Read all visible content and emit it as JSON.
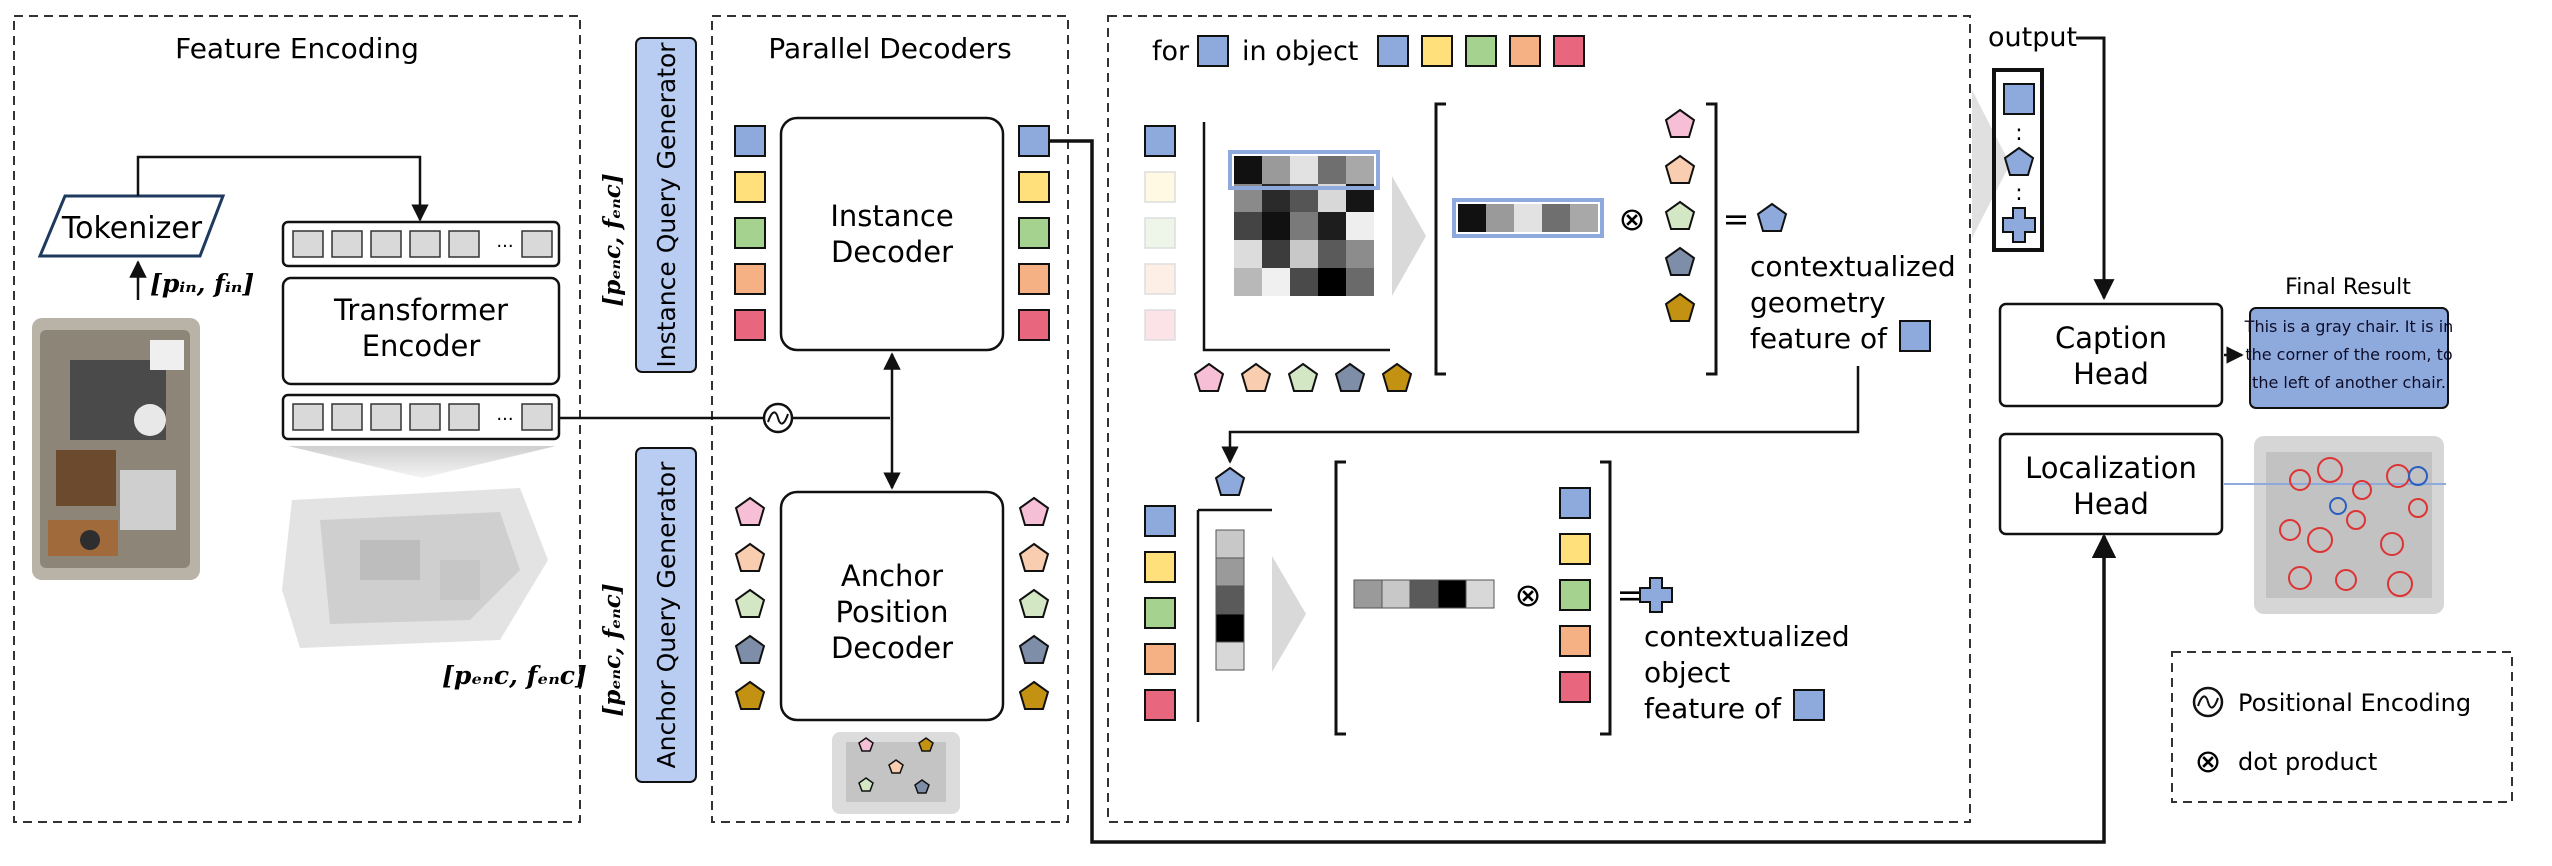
{
  "colors": {
    "blue": "#8ea9dc",
    "yellow": "#ffe07a",
    "green": "#a6d28f",
    "orange": "#f5b183",
    "red": "#e9677e",
    "pink": "#f7bfd6",
    "peach": "#f8cdb0",
    "lightgreen": "#d3e7c4",
    "slate": "#7f8ea8",
    "gold": "#c49212",
    "caption_box": "#8ea9dc",
    "generator_box": "#b9cdf2"
  },
  "panels": {
    "feature_encoding": {
      "title": "Feature Encoding",
      "tokenizer_label": "Tokenizer",
      "transformer_label": [
        "Transformer",
        "Encoder"
      ],
      "token_ellipsis": "···",
      "input_math": "[pᵢₙ, fᵢₙ]",
      "output_math": "[pₑₙc, fₑₙc]"
    },
    "parallel_decoders": {
      "title": "Parallel Decoders",
      "instance_decoder_label": [
        "Instance",
        "Decoder"
      ],
      "anchor_decoder_label": [
        "Anchor",
        "Position",
        "Decoder"
      ],
      "instance_query_generator": "Instance Query Generator",
      "anchor_query_generator": "Anchor Query Generator",
      "side_math": "[pₑₙc, fₑₙc]"
    },
    "per_object": {
      "for_label": "for",
      "in_object_label": "in object",
      "geometry_feature_label": [
        "contextualized",
        "geometry",
        "feature of"
      ],
      "object_feature_label": [
        "contextualized",
        "object",
        "feature of"
      ],
      "equals": "=",
      "otimes": "⊗"
    },
    "output": {
      "title": "output",
      "caption_head": [
        "Caption",
        "Head"
      ],
      "localization_head": [
        "Localization",
        "Head"
      ],
      "final_result_title": "Final Result",
      "caption_text": [
        "This is a gray chair. It is in",
        "the corner of the room, to",
        "the left of another chair."
      ]
    },
    "legend": {
      "positional_encoding": "Positional Encoding",
      "dot_product": "dot product"
    }
  }
}
